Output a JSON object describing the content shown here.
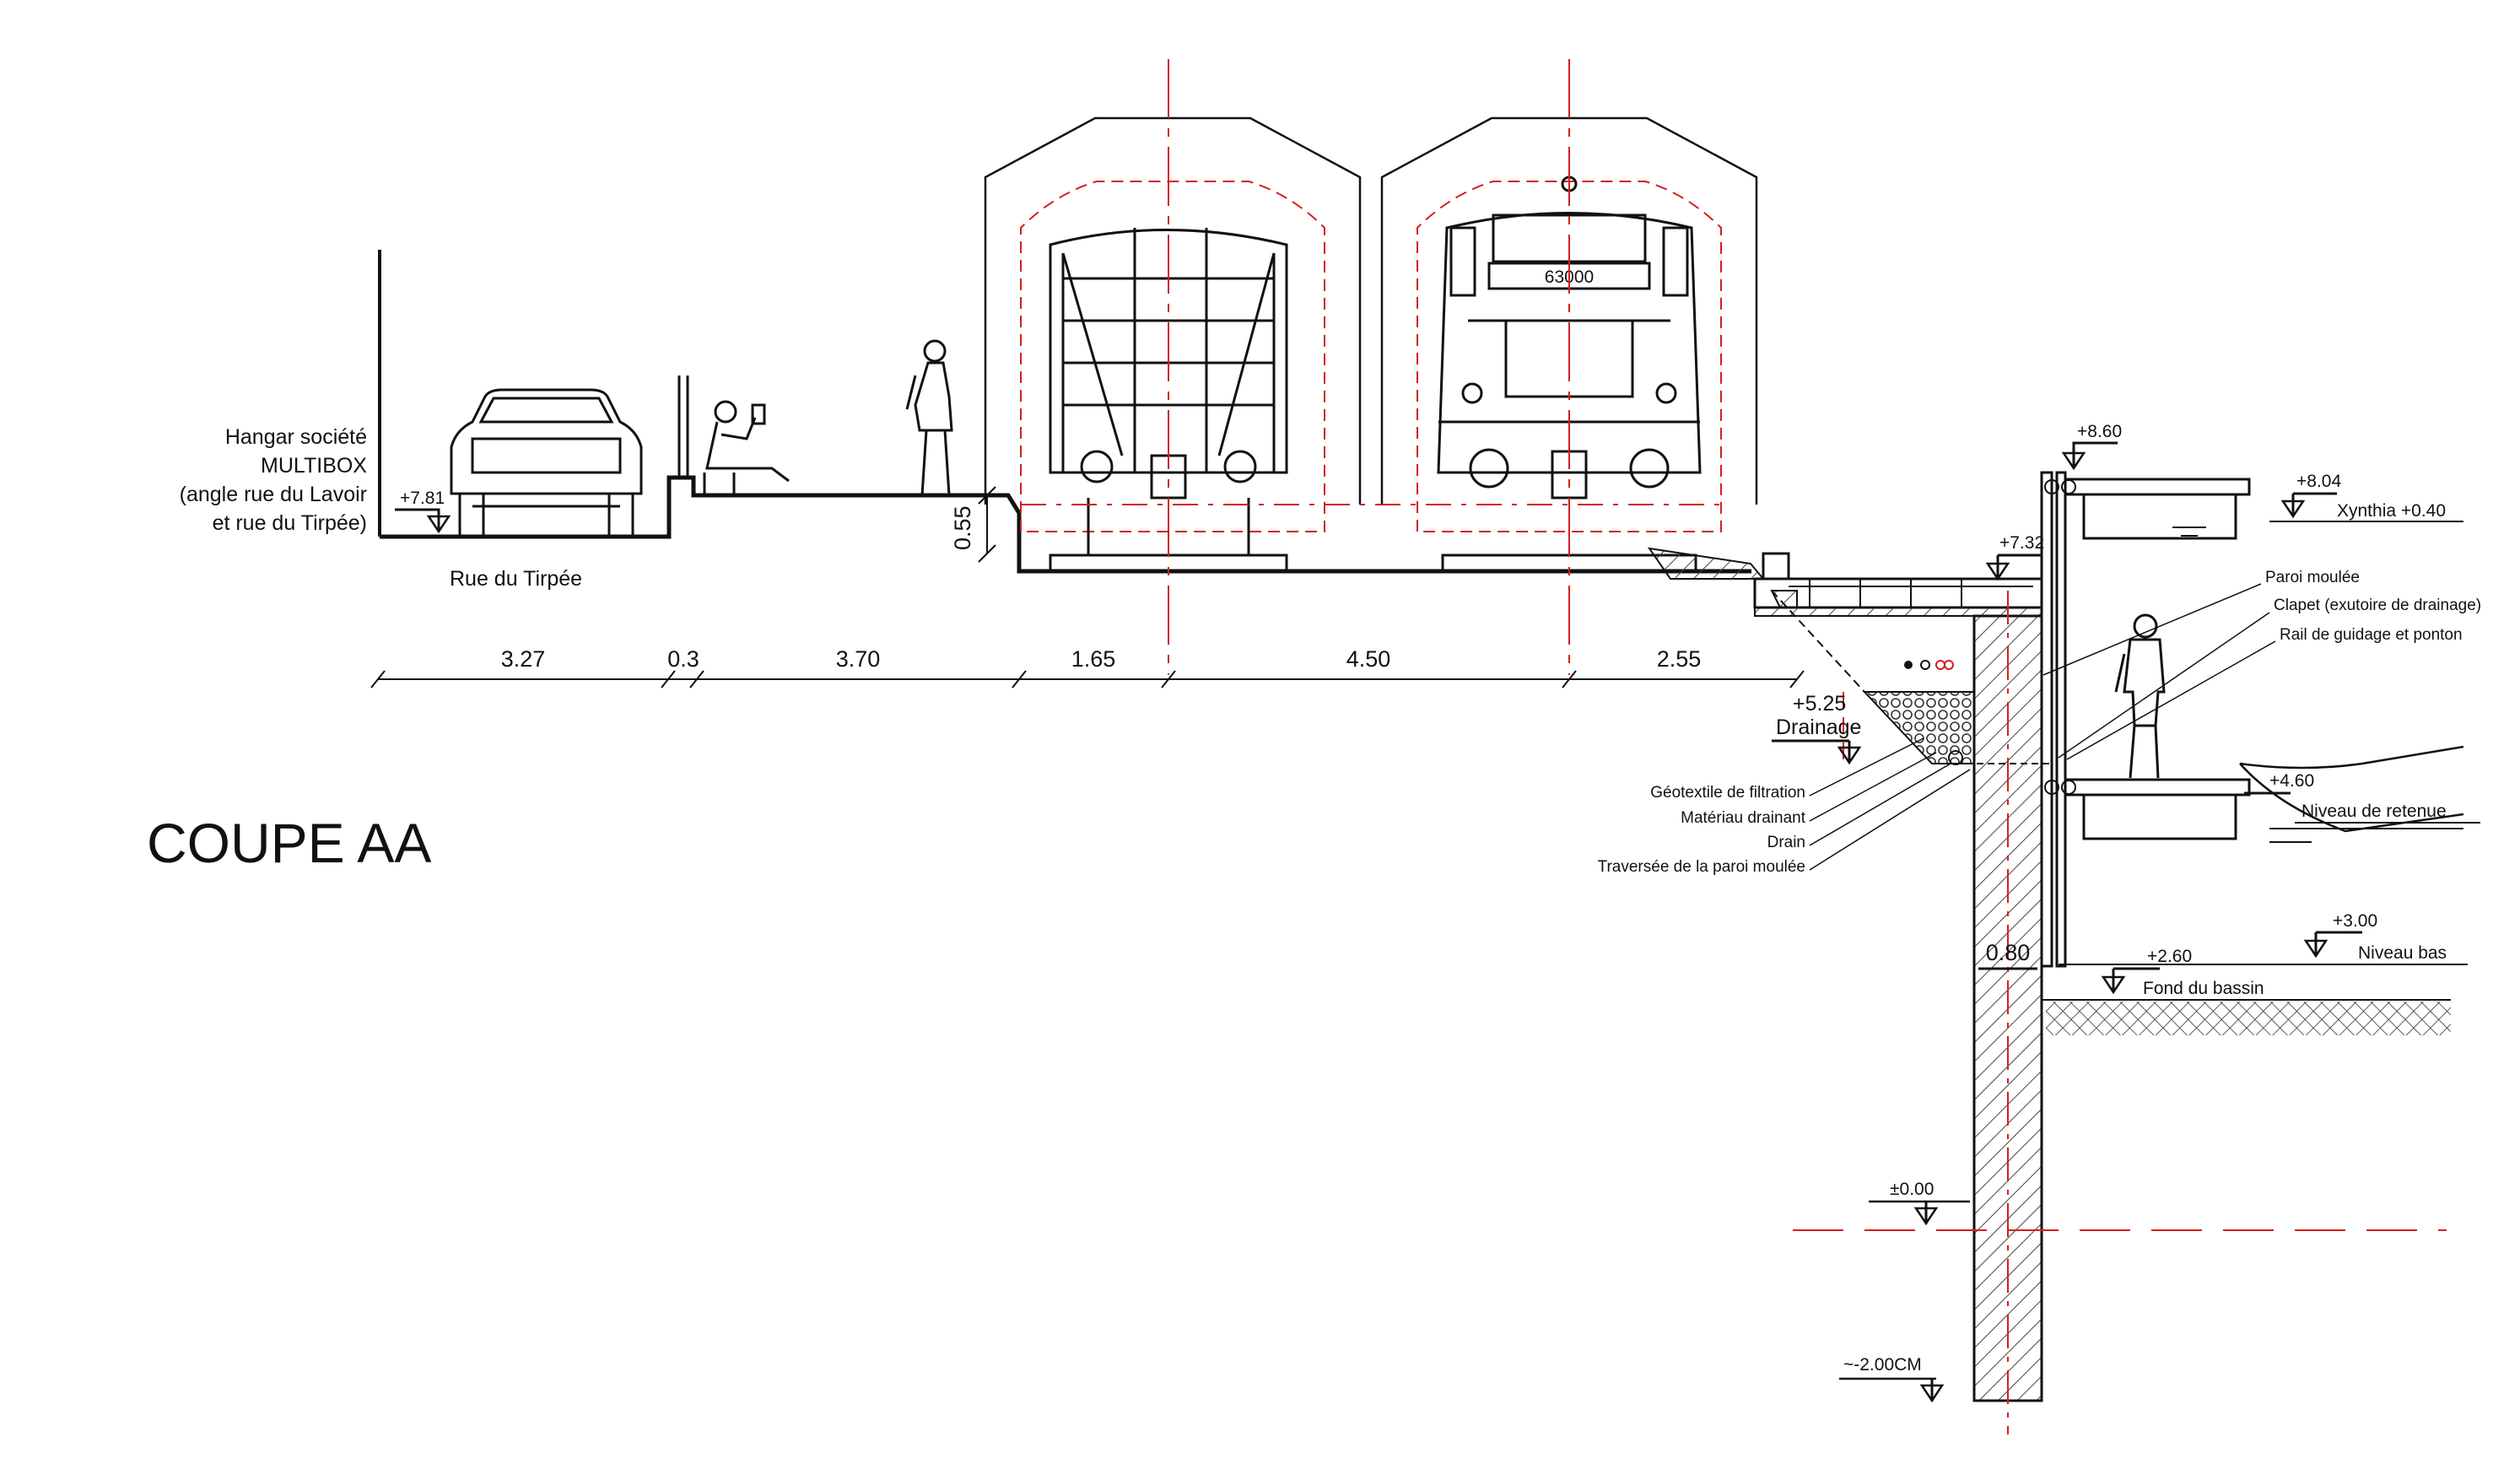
{
  "title": "COUPE AA",
  "building_label": [
    "Hangar société",
    "MULTIBOX",
    "(angle rue du Lavoir",
    "et rue du Tirpée)"
  ],
  "street_label": "Rue du Tirpée",
  "locomotive_number": "63000",
  "dimensions": {
    "d1": "3.27",
    "d2": "0.3",
    "d3": "3.70",
    "d4": "1.65",
    "d5": "4.50",
    "d6": "2.55",
    "step": "0.55",
    "wall": "0.80"
  },
  "levels": {
    "street": "+7.81",
    "top_wall": "+8.60",
    "pontoon_top": "+8.04",
    "quay": "+7.32",
    "drainage": "+5.25",
    "pontoon_low": "+4.60",
    "low_water": "+3.00",
    "basin_floor": "+2.60",
    "zero": "±0.00",
    "wall_bottom": "~-2.00CM"
  },
  "water_labels": {
    "xynthia": "Xynthia +0.40",
    "retenue": "Niveau de retenue",
    "bas": "Niveau bas",
    "fond": "Fond du bassin",
    "drainage": "Drainage"
  },
  "annotations_right": [
    "Paroi moulée",
    "Clapet (exutoire de drainage)",
    "Rail de guidage et ponton"
  ],
  "annotations_left": [
    "Géotextile de filtration",
    "Matériau drainant",
    "Drain",
    "Traversée de la paroi moulée"
  ],
  "colors": {
    "line": "#111111",
    "axis": "#d12020"
  }
}
